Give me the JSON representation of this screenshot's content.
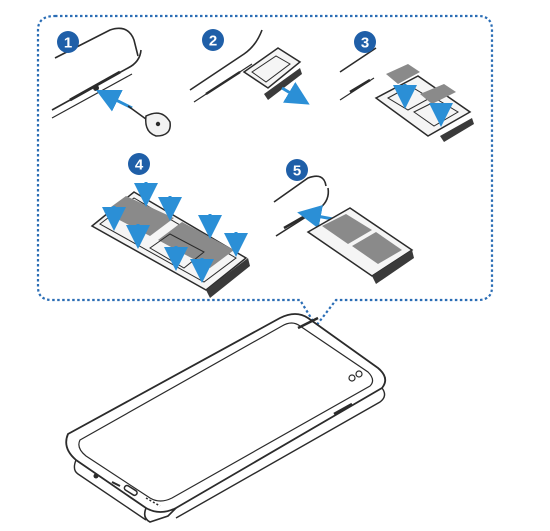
{
  "figure": {
    "colors": {
      "badge": "#1f5fa8",
      "callout_border": "#2a6db5",
      "arrow": "#2b8fd6",
      "outline": "#2b2b2b",
      "sim_card": "#8a8a8a",
      "background": "#ffffff"
    },
    "steps": [
      {
        "number": "1",
        "icon": "eject-pin-icon"
      },
      {
        "number": "2",
        "icon": "tray-pull-icon"
      },
      {
        "number": "3",
        "icon": "sim-place-icon"
      },
      {
        "number": "4",
        "icon": "sim-press-icon"
      },
      {
        "number": "5",
        "icon": "tray-insert-icon"
      }
    ]
  }
}
